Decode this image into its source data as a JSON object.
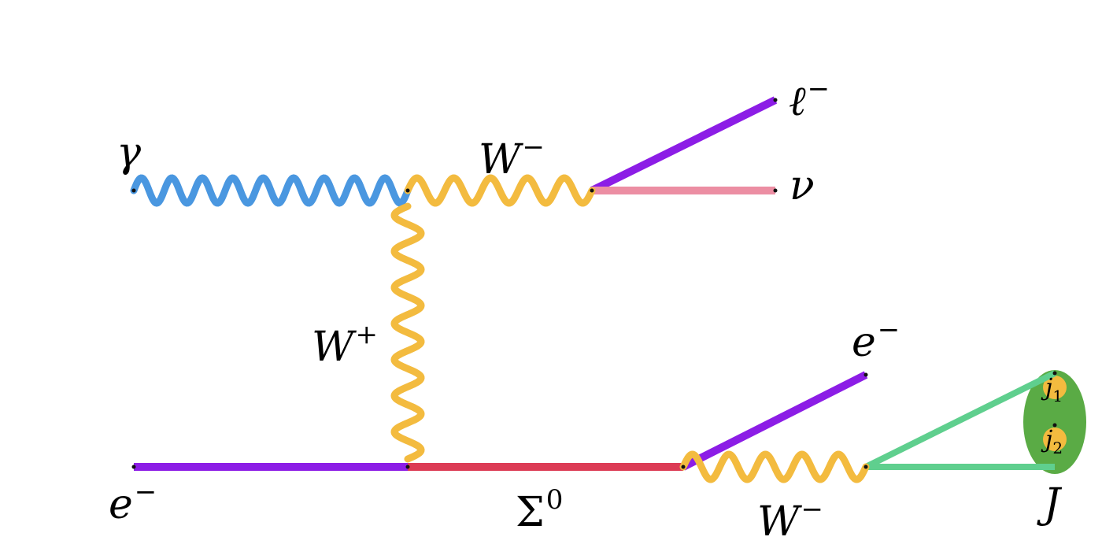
{
  "colors": {
    "photon": "#4a97e0",
    "w_boson": "#f3bb3f",
    "electron": "#8c1de6",
    "neutrino": "#ec8ea3",
    "sigma": "#dc3b55",
    "jet_line": "#5fcf8e",
    "fat_jet": "#5aab45",
    "subjet": "#f3bb3f"
  },
  "particles": {
    "gamma": "γ",
    "w_minus_top": {
      "symbol": "W",
      "charge": "−"
    },
    "w_plus": {
      "symbol": "W",
      "charge": "+"
    },
    "lepton": {
      "symbol": "ℓ",
      "charge": "−"
    },
    "neutrino": "ν",
    "e_in": {
      "symbol": "e",
      "charge": "−"
    },
    "sigma0": {
      "symbol": "Σ",
      "charge": "0"
    },
    "e_out": {
      "symbol": "e",
      "charge": "−"
    },
    "w_minus_bottom": {
      "symbol": "W",
      "charge": "−"
    },
    "fat_jet": "J",
    "subjet1": {
      "symbol": "j",
      "index": "1"
    },
    "subjet2": {
      "symbol": "j",
      "index": "2"
    }
  }
}
